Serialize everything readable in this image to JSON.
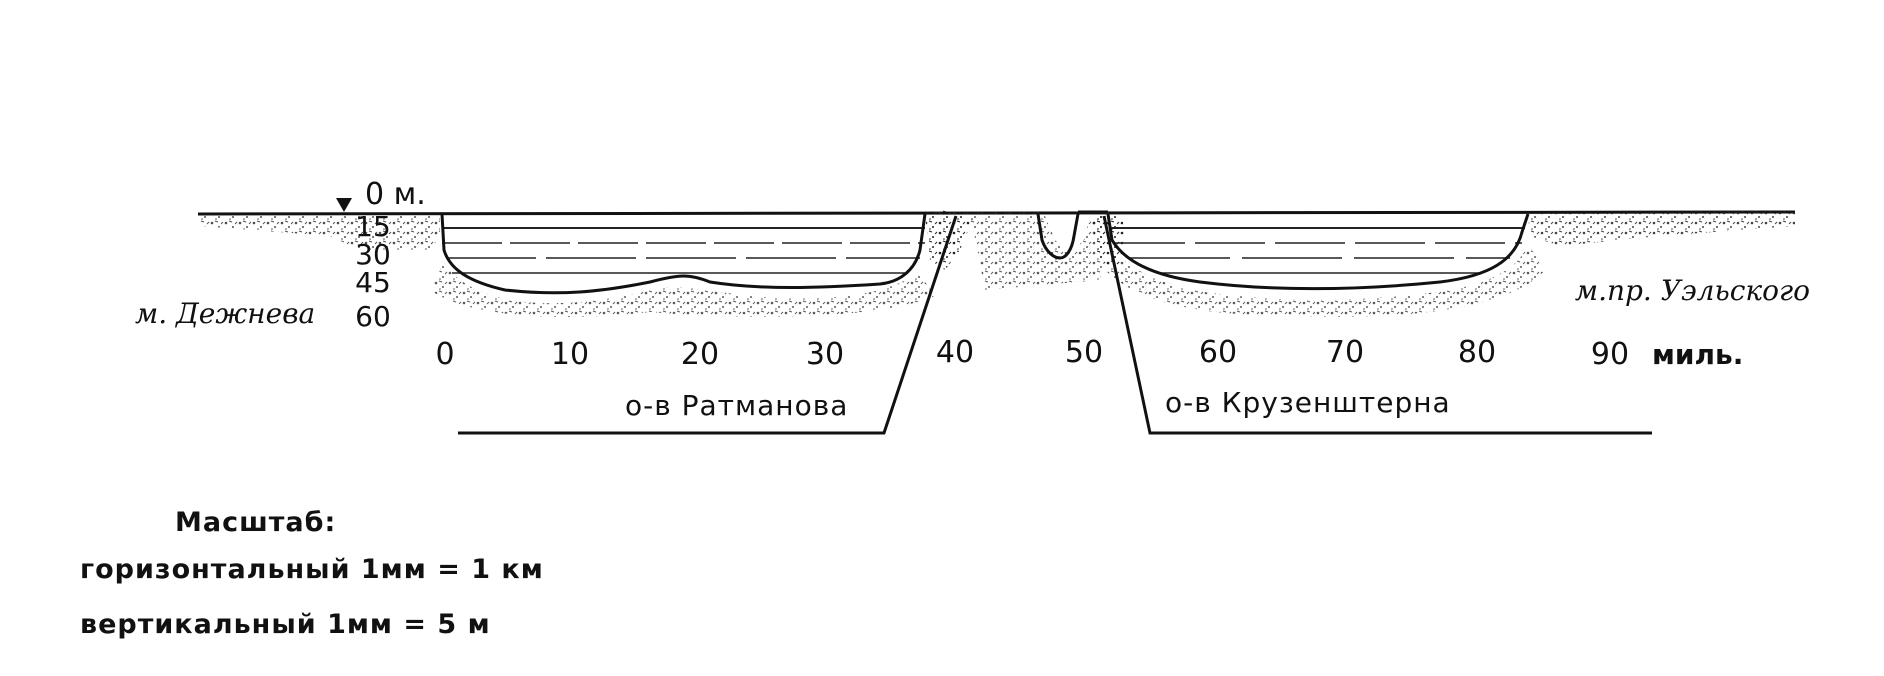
{
  "diagram": {
    "surface_label": "0 м.",
    "depth_labels": [
      "15",
      "30",
      "45",
      "60"
    ],
    "distance_ticks": [
      "0",
      "10",
      "20",
      "30",
      "40",
      "50",
      "60",
      "70",
      "80",
      "90"
    ],
    "distance_unit": "миль.",
    "cape_left": "м. Дежнева",
    "cape_right": "м.пр. Уэльского",
    "island_1": "о-в Ратманова",
    "island_2": "о-в Крузенштерна"
  },
  "legend": {
    "title": "Масштаб:",
    "horizontal": "горизонтальный 1мм = 1 км",
    "vertical": "вертикальный 1мм = 5 м"
  }
}
